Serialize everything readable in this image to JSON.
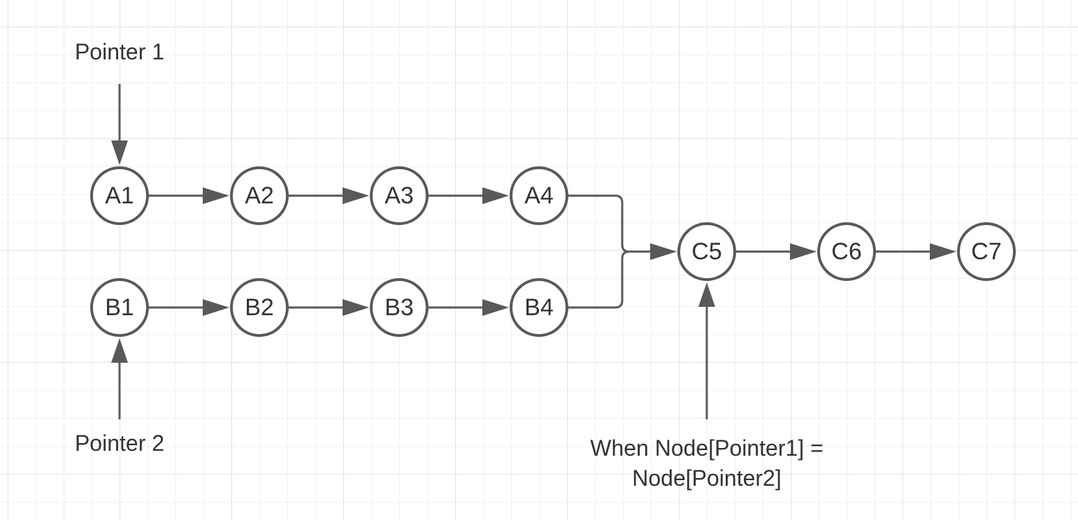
{
  "diagram": {
    "pointer1_label": "Pointer 1",
    "pointer2_label": "Pointer 2",
    "condition_line1": "When Node[Pointer1] =",
    "condition_line2": "Node[Pointer2]",
    "colors": {
      "edge": "#595959",
      "node_stroke": "#595959",
      "text": "#333333"
    },
    "nodes": {
      "a1": "A1",
      "a2": "A2",
      "a3": "A3",
      "a4": "A4",
      "b1": "B1",
      "b2": "B2",
      "b3": "B3",
      "b4": "B4",
      "c5": "C5",
      "c6": "C6",
      "c7": "C7"
    },
    "edges": [
      [
        "A1",
        "A2"
      ],
      [
        "A2",
        "A3"
      ],
      [
        "A3",
        "A4"
      ],
      [
        "A4",
        "C5"
      ],
      [
        "B1",
        "B2"
      ],
      [
        "B2",
        "B3"
      ],
      [
        "B3",
        "B4"
      ],
      [
        "B4",
        "C5"
      ],
      [
        "C5",
        "C6"
      ],
      [
        "C6",
        "C7"
      ]
    ]
  }
}
